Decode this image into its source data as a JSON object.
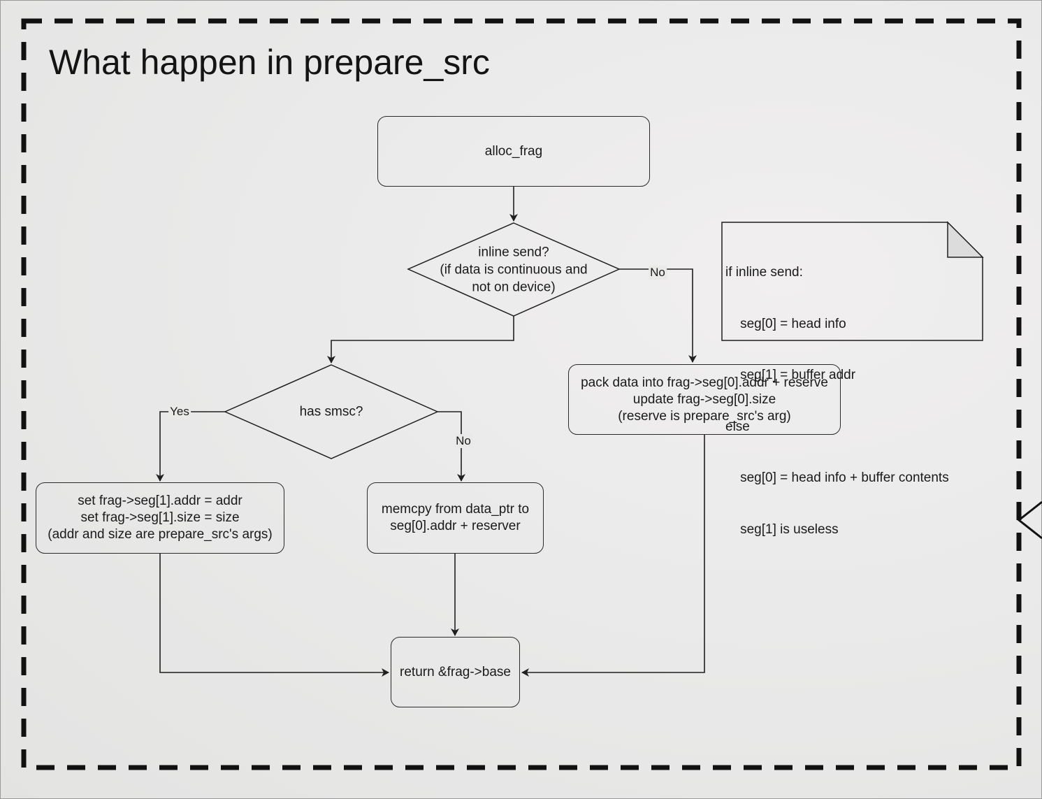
{
  "title": "What happen in prepare_src",
  "nodes": {
    "alloc_frag": "alloc_frag",
    "inline_send": "inline send?\n(if data is continuous and\nnot on device)",
    "has_smsc": "has smsc?",
    "set_seg1": "set frag->seg[1].addr = addr\nset frag->seg[1].size = size\n(addr and size are prepare_src's args)",
    "memcpy": "memcpy from data_ptr to\nseg[0].addr + reserver",
    "pack_data": "pack data into frag->seg[0].addr + reserve\nupdate frag->seg[0].size\n(reserve is prepare_src's arg)",
    "return": "return &frag->base"
  },
  "edge_labels": {
    "inline_no": "No",
    "smsc_yes": "Yes",
    "smsc_no": "No"
  },
  "note": {
    "lines": [
      "if inline send:",
      "    seg[0] = head info",
      "    seg[1] = buffer addr",
      "else",
      "    seg[0] = head info + buffer contents",
      "    seg[1] is useless"
    ]
  },
  "colors": {
    "stroke": "#1f1f1f",
    "background": "#e9e9e8"
  }
}
